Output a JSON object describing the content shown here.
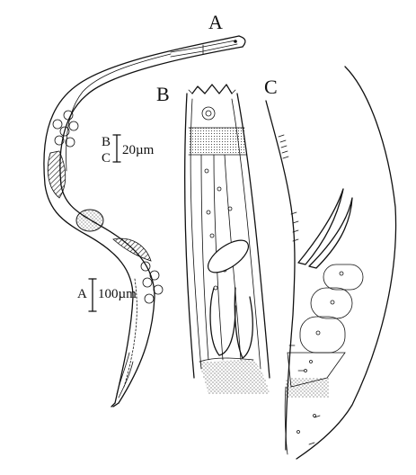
{
  "panels": {
    "a": "A",
    "b": "B",
    "c": "C"
  },
  "scale_bars": {
    "bc": {
      "top": "B",
      "bottom": "C",
      "value": "20µm"
    },
    "a": {
      "panel": "A",
      "value": "100µm"
    }
  },
  "colors": {
    "ink": "#111111",
    "background": "#ffffff"
  }
}
